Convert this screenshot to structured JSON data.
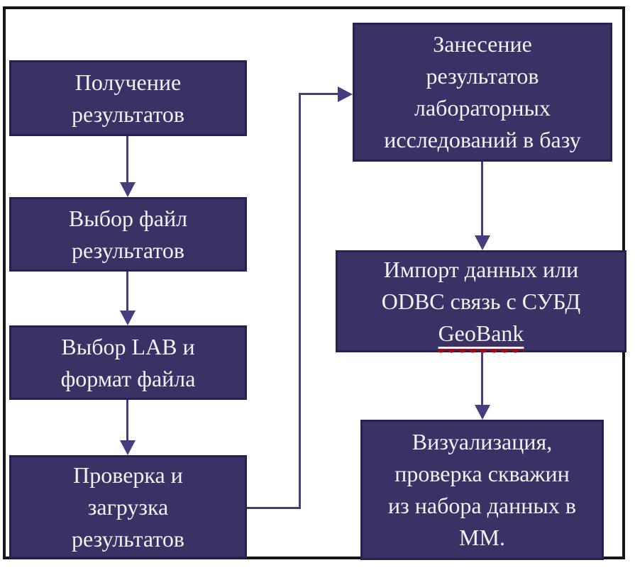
{
  "diagram": {
    "title": "lab-results-load-flowchart",
    "boxes": [
      {
        "id": "b1",
        "text": "Получение\nрезультатов"
      },
      {
        "id": "b2",
        "text": "Выбор файл\nрезультатов"
      },
      {
        "id": "b3",
        "text": "Выбор LAB и\nформат файла"
      },
      {
        "id": "b4",
        "text": "Проверка и\nзагрузка\nрезультатов"
      },
      {
        "id": "r1",
        "text": "Занесение\nрезультатов\nлабораторных\nисследований в базу"
      },
      {
        "id": "r2",
        "text_before": "Импорт данных или\nODBC связь с СУБД\n",
        "highlighted_word": "GeoBank"
      },
      {
        "id": "r3",
        "text": "Визуализация,\nпроверка скважин\nиз набора данных в\nММ."
      }
    ]
  },
  "colors": {
    "box-fill": "#3A3164",
    "box-border": "#272153",
    "line": "#453D7E",
    "text": "#F2F0F5",
    "frame": "#161616",
    "spellcheck": "#C00000"
  }
}
